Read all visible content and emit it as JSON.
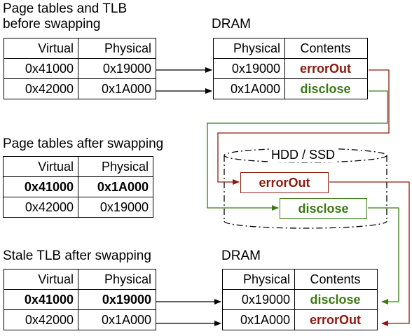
{
  "colors": {
    "red": "#8b1a0e",
    "green": "#3a7a12"
  },
  "section1": {
    "title_line1": "Page tables and TLB",
    "title_line2": "before swapping",
    "headers": [
      "Virtual",
      "Physical"
    ],
    "rows": [
      [
        "0x41000",
        "0x19000"
      ],
      [
        "0x42000",
        "0x1A000"
      ]
    ]
  },
  "dram1": {
    "title": "DRAM",
    "headers": [
      "Physical",
      "Contents"
    ],
    "rows": [
      {
        "physical": "0x19000",
        "contents": "errorOut"
      },
      {
        "physical": "0x1A000",
        "contents": "disclose"
      }
    ]
  },
  "section2": {
    "title": "Page tables after swapping",
    "headers": [
      "Virtual",
      "Physical"
    ],
    "rows": [
      [
        "0x41000",
        "0x1A000"
      ],
      [
        "0x42000",
        "0x19000"
      ]
    ]
  },
  "hdd": {
    "label": "HDD / SSD",
    "items": [
      "errorOut",
      "disclose"
    ]
  },
  "section3": {
    "title": "Stale TLB after swapping",
    "headers": [
      "Virtual",
      "Physical"
    ],
    "rows": [
      [
        "0x41000",
        "0x19000"
      ],
      [
        "0x42000",
        "0x1A000"
      ]
    ]
  },
  "dram2": {
    "title": "DRAM",
    "headers": [
      "Physical",
      "Contents"
    ],
    "rows": [
      {
        "physical": "0x19000",
        "contents": "disclose"
      },
      {
        "physical": "0x1A000",
        "contents": "errorOut"
      }
    ]
  }
}
